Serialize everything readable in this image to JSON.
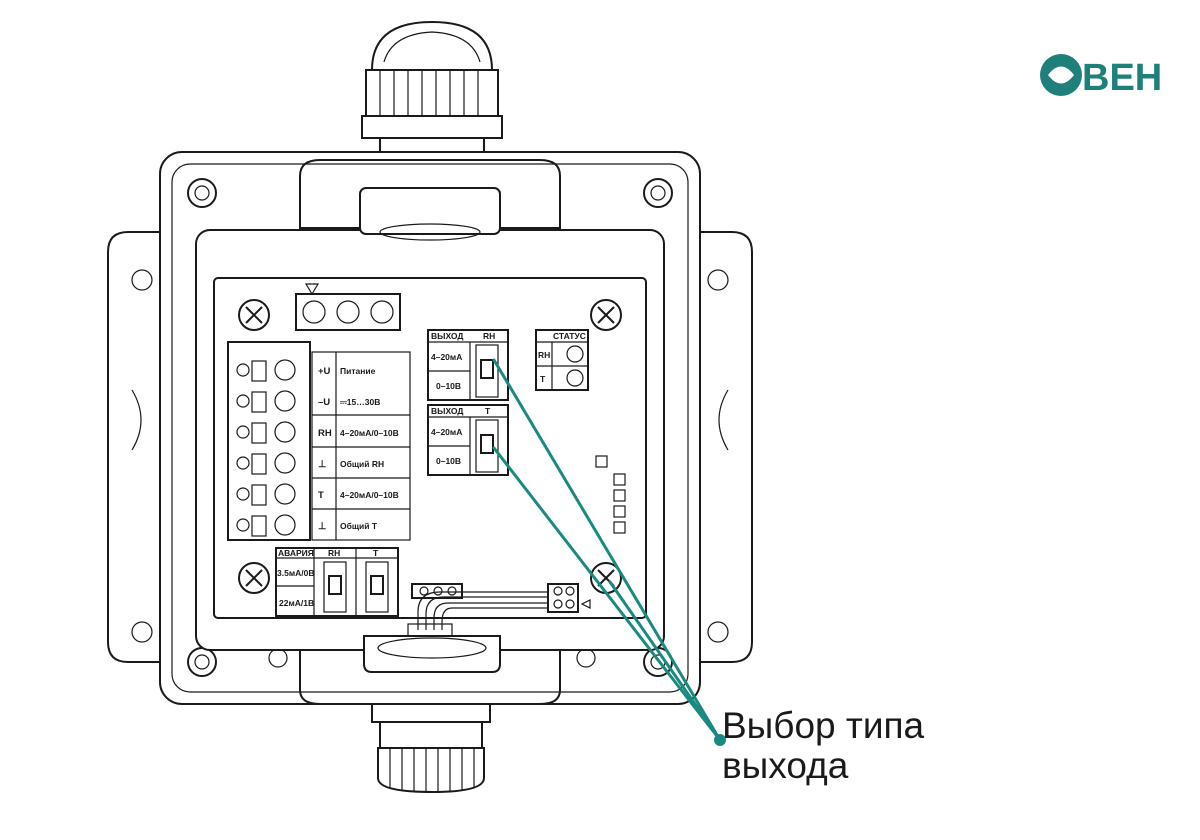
{
  "brand": {
    "name": "ОВЕН",
    "letter_o": "О",
    "letters_rest": "ВЕН",
    "color": "#1f7f7a"
  },
  "colors": {
    "outline": "#1a1a1a",
    "leader": "#1a8a80"
  },
  "terminal_block": {
    "rows": [
      {
        "label": "+U",
        "desc": "Питание"
      },
      {
        "label": "–U",
        "desc": "⎓15…30В"
      },
      {
        "label": "RH",
        "desc": "4–20мА/0–10В"
      },
      {
        "label": "⊥",
        "desc": "Общий RH"
      },
      {
        "label": "T",
        "desc": "4–20мА/0–10В"
      },
      {
        "label": "⊥",
        "desc": "Общий T"
      }
    ]
  },
  "output_rh": {
    "title": "ВЫХОД",
    "channel": "RH",
    "opt1": "4–20мА",
    "opt2": "0–10В"
  },
  "output_t": {
    "title": "ВЫХОД",
    "channel": "T",
    "opt1": "4–20мА",
    "opt2": "0–10В"
  },
  "status": {
    "title": "СТАТУС",
    "row1": "RH",
    "row2": "T"
  },
  "alarm": {
    "title": "АВАРИЯ",
    "col1": "RH",
    "col2": "T",
    "opt1": "3.5мА/0В",
    "opt2": "22мА/1В"
  },
  "callout": {
    "line1": "Выбор типа",
    "line2": "выхода"
  }
}
